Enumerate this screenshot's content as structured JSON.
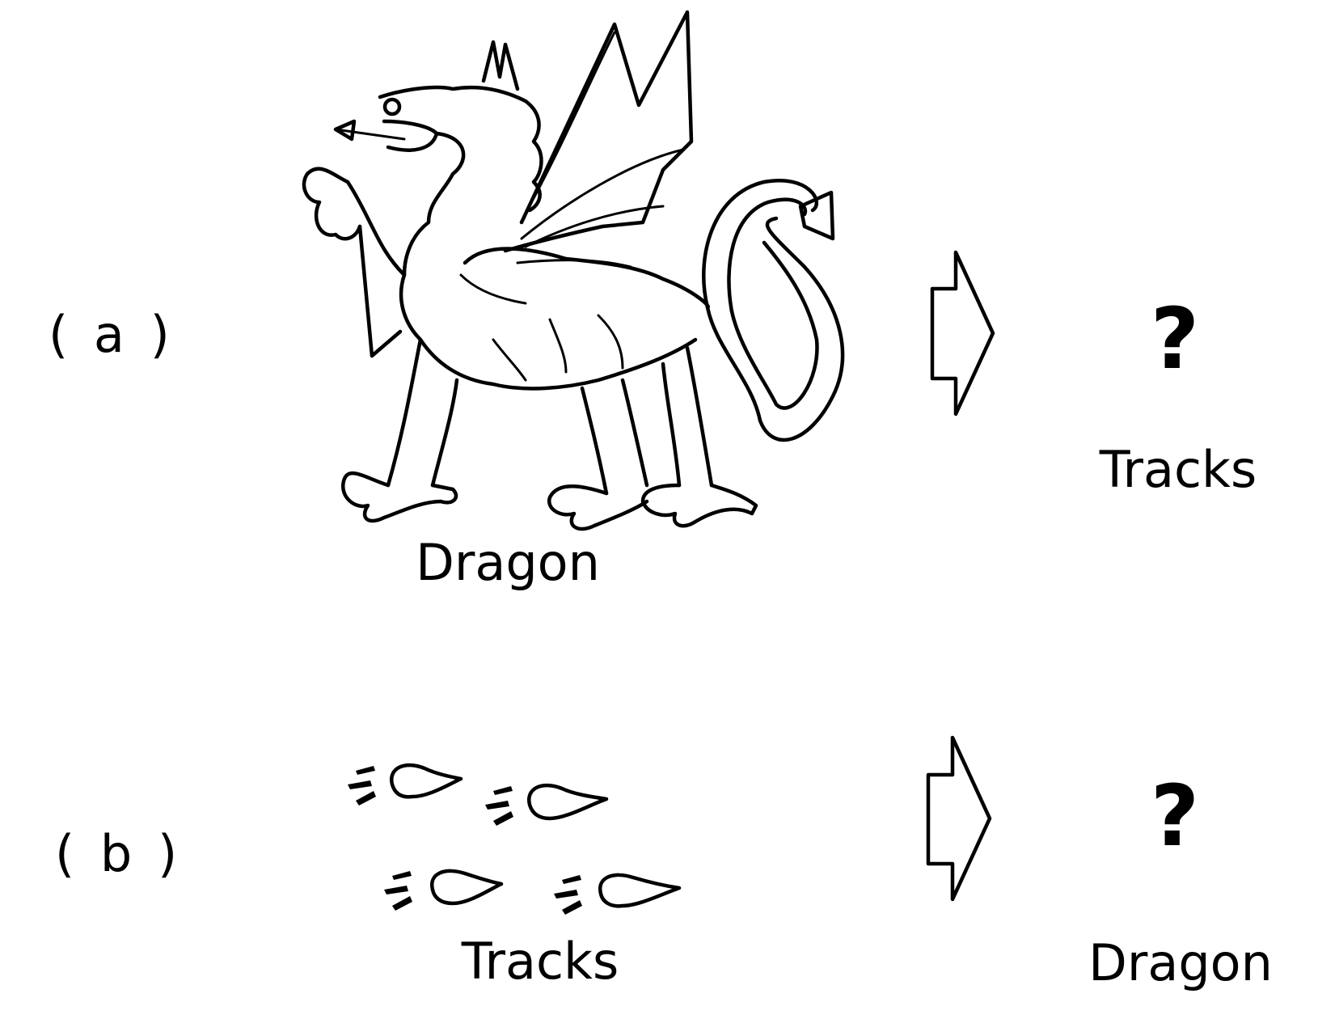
{
  "panels": [
    {
      "id": "a",
      "label": "( a )",
      "source_caption": "Dragon",
      "source_icon": "dragon-icon",
      "result_symbol": "?",
      "result_caption": "Tracks"
    },
    {
      "id": "b",
      "label": "( b )",
      "source_caption": "Tracks",
      "source_icon": "tracks-icon",
      "result_symbol": "?",
      "result_caption": "Dragon"
    }
  ],
  "arrow_icon": "right-arrow-icon"
}
